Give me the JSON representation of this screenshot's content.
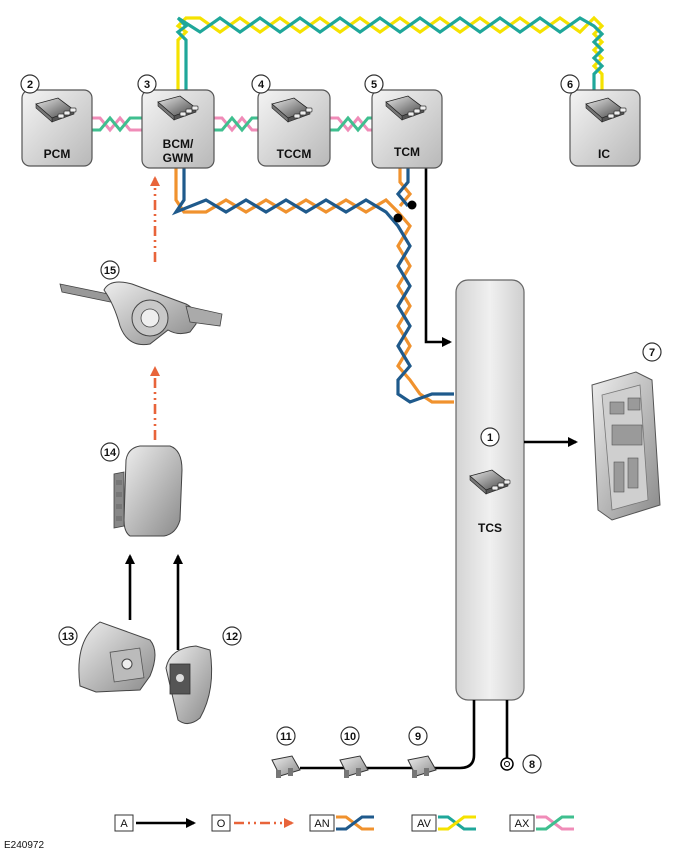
{
  "modules": {
    "pcm": {
      "number": "2",
      "label": "PCM"
    },
    "bcm": {
      "number": "3",
      "label_line1": "BCM/",
      "label_line2": "GWM"
    },
    "tccm": {
      "number": "4",
      "label": "TCCM"
    },
    "tcm": {
      "number": "5",
      "label": "TCM"
    },
    "ic": {
      "number": "6",
      "label": "IC"
    },
    "tcs": {
      "number": "1",
      "label": "TCS"
    }
  },
  "components": {
    "rear_module": {
      "number": "7"
    },
    "ground": {
      "number": "8"
    },
    "fuse_9": {
      "number": "9"
    },
    "fuse_10": {
      "number": "10"
    },
    "fuse_11": {
      "number": "11"
    },
    "paddle_right": {
      "number": "12"
    },
    "paddle_left": {
      "number": "13"
    },
    "paddle_module": {
      "number": "14"
    },
    "steering_column_switch": {
      "number": "15"
    }
  },
  "legend": [
    {
      "code": "A"
    },
    {
      "code": "O"
    },
    {
      "code": "AN"
    },
    {
      "code": "AV"
    },
    {
      "code": "AX"
    }
  ],
  "colors": {
    "orange": "#F0922E",
    "blue": "#1F5A8C",
    "yellow": "#F5E200",
    "teal": "#1FA79A",
    "pink": "#F08CB8",
    "green": "#3FBF8F",
    "dash": "#E8643A"
  },
  "reference": "E240972"
}
